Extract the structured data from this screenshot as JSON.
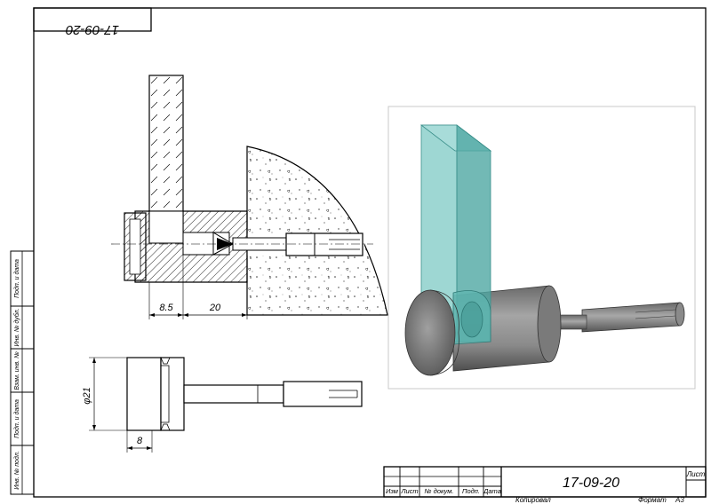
{
  "drawing": {
    "number": "17-09-20",
    "number_rotated": "17-09-20"
  },
  "dimensions": {
    "d1": "8.5",
    "d2": "20",
    "diameter": "φ21",
    "width": "8"
  },
  "title_block": {
    "col_izm": "Изм",
    "col_list": "Лист",
    "col_doc": "№ докум.",
    "col_sign": "Подп.",
    "col_date": "Дата",
    "sheet_label": "Лист",
    "copied": "Копировал",
    "format": "Формат",
    "format_value": "A3"
  },
  "side_stamp": {
    "inv_orig": "Инв. № подл.",
    "sign_date_1": "Подп. и дата",
    "vzam_inv": "Взам. инв. №",
    "inv_dubl": "Инв. № дубл.",
    "sign_date_2": "Подп. и дата"
  },
  "colors": {
    "glass": "#7ec9c4",
    "glass_dark": "#4fa8a3",
    "metal": "#8c8c8c",
    "metal_dark": "#5e5e5e",
    "line": "#000000"
  }
}
